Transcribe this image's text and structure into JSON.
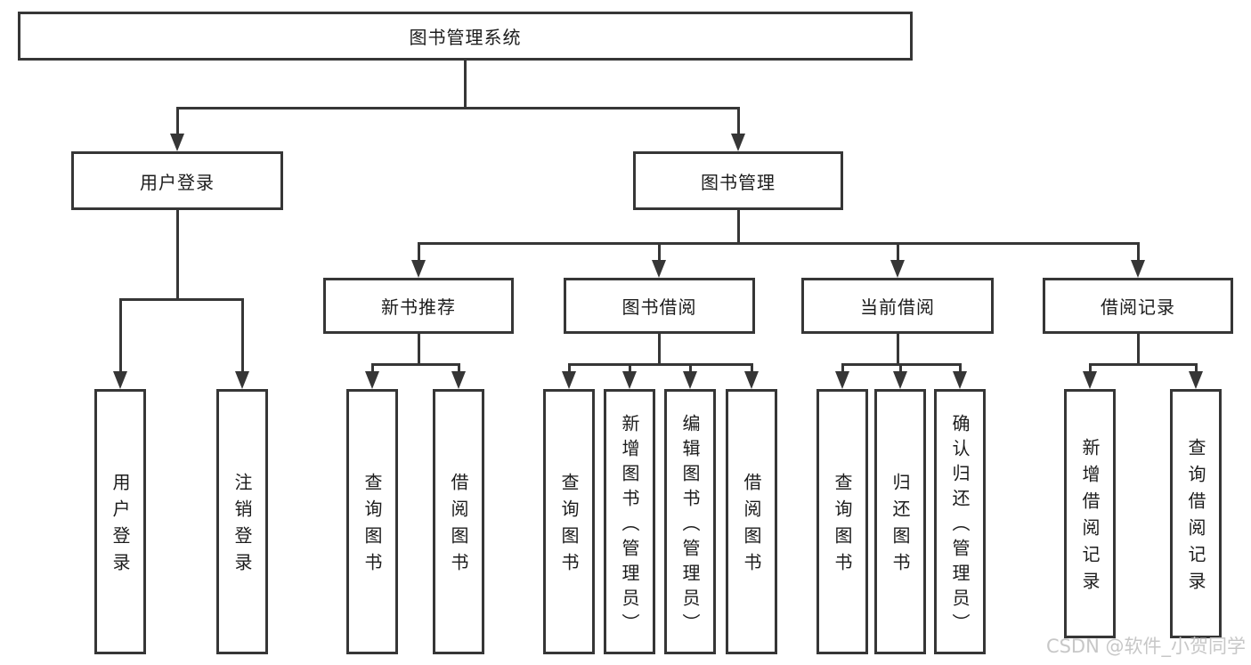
{
  "theme": {
    "line_color": "#363636",
    "border_color": "#363636",
    "box_fill": "#ffffff",
    "text_color": "#1c1c1c",
    "bg": "#ffffff",
    "watermark_color": "#c7c7c7"
  },
  "diagram": {
    "type": "hierarchy-tree",
    "nodes": {
      "root": {
        "label": "图书管理系统",
        "level": 1
      },
      "user_login": {
        "label": "用户登录",
        "level": 2,
        "parent": "root"
      },
      "book_management": {
        "label": "图书管理",
        "level": 2,
        "parent": "root"
      },
      "new_book_recommend": {
        "label": "新书推荐",
        "level": 3,
        "parent": "book_management"
      },
      "book_borrow": {
        "label": "图书借阅",
        "level": 3,
        "parent": "book_management"
      },
      "current_borrow": {
        "label": "当前借阅",
        "level": 3,
        "parent": "book_management"
      },
      "borrow_records": {
        "label": "借阅记录",
        "level": 3,
        "parent": "book_management"
      },
      "leaf_user_login": {
        "label": "用户登录",
        "level": 4,
        "parent": "user_login"
      },
      "leaf_logout": {
        "label": "注销登录",
        "level": 4,
        "parent": "user_login"
      },
      "leaf_rec_query_book": {
        "label": "查询图书",
        "level": 4,
        "parent": "new_book_recommend"
      },
      "leaf_rec_borrow_book": {
        "label": "借阅图书",
        "level": 4,
        "parent": "new_book_recommend"
      },
      "leaf_bb_query_book": {
        "label": "查询图书",
        "level": 4,
        "parent": "book_borrow"
      },
      "leaf_bb_add_book": {
        "label": "新增图书（管理员）",
        "level": 4,
        "parent": "book_borrow"
      },
      "leaf_bb_edit_book": {
        "label": "编辑图书（管理员）",
        "level": 4,
        "parent": "book_borrow"
      },
      "leaf_bb_borrow_book": {
        "label": "借阅图书",
        "level": 4,
        "parent": "book_borrow"
      },
      "leaf_cb_query_book": {
        "label": "查询图书",
        "level": 4,
        "parent": "current_borrow"
      },
      "leaf_cb_return_book": {
        "label": "归还图书",
        "level": 4,
        "parent": "current_borrow"
      },
      "leaf_cb_confirm_return": {
        "label": "确认归还（管理员）",
        "level": 4,
        "parent": "current_borrow"
      },
      "leaf_br_add_record": {
        "label": "新增借阅记录",
        "level": 4,
        "parent": "borrow_records"
      },
      "leaf_br_query_record": {
        "label": "查询借阅记录",
        "level": 4,
        "parent": "borrow_records"
      }
    }
  },
  "watermark": {
    "text": "CSDN @软件_小贺同学"
  }
}
